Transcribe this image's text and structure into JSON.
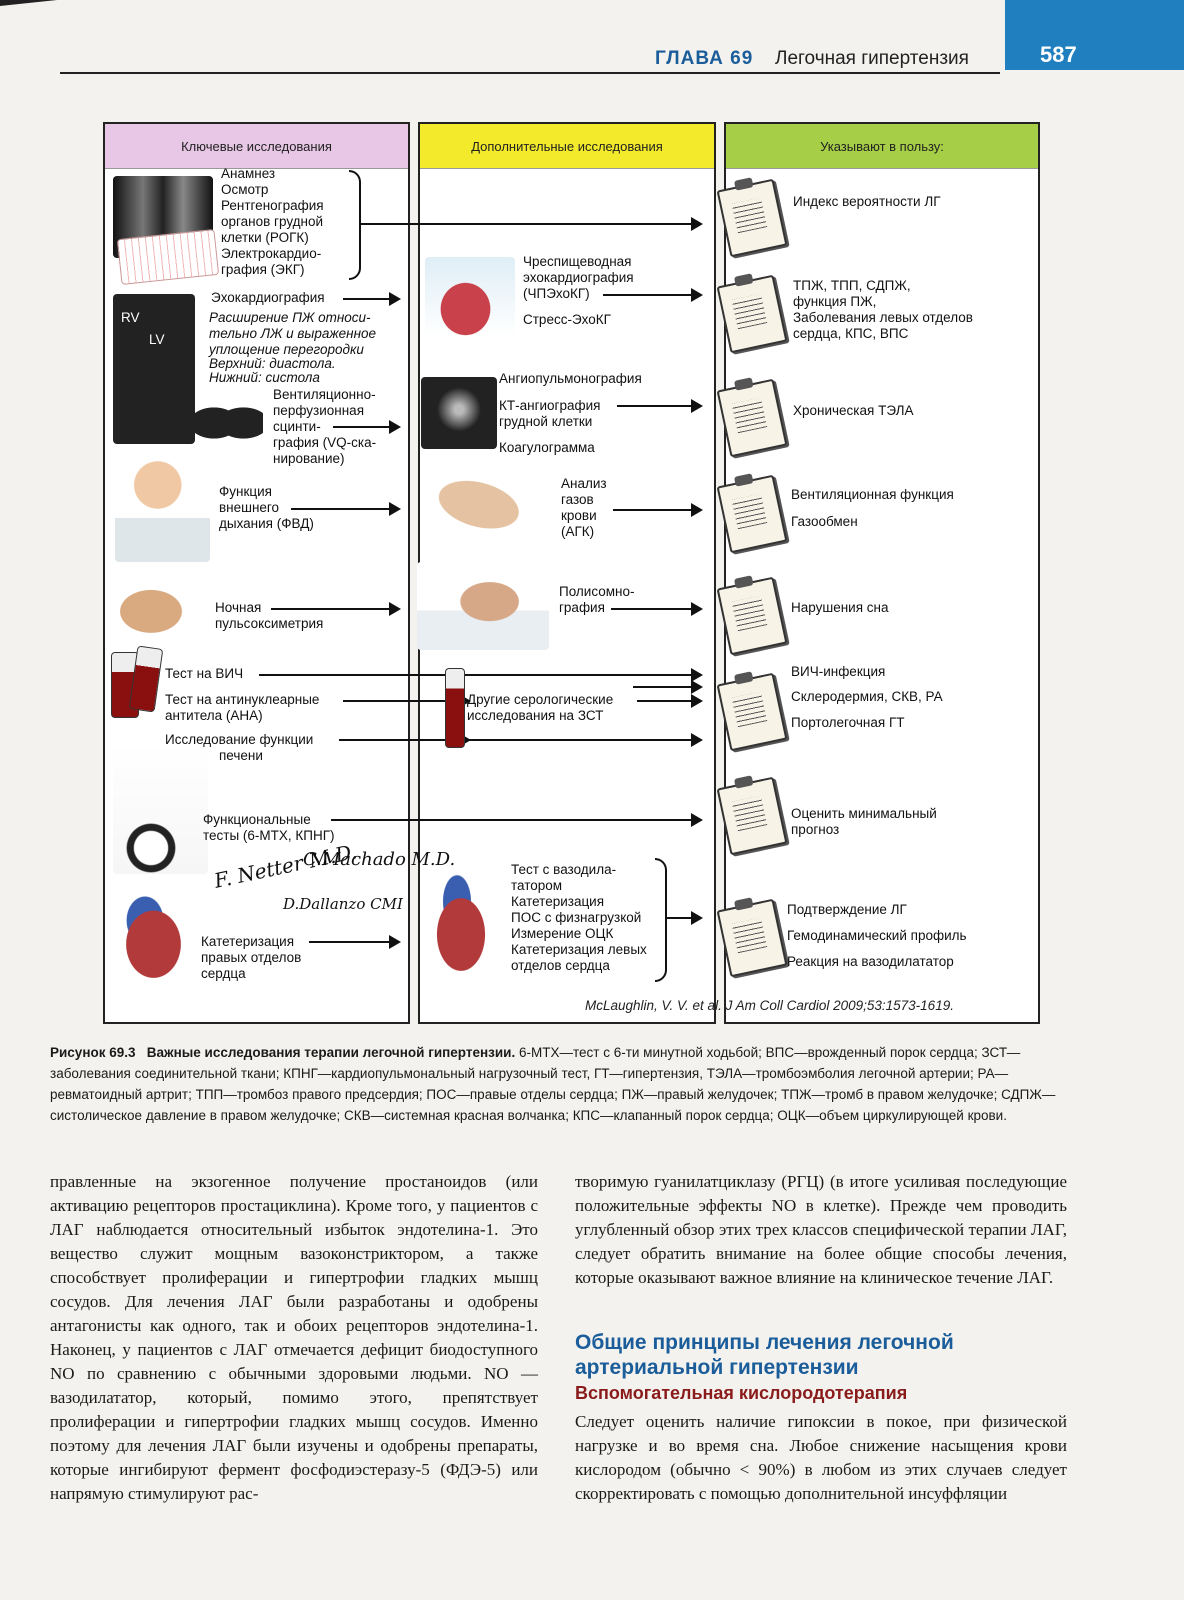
{
  "header": {
    "chapter": "ГЛАВА 69",
    "title": "Легочная гипертензия",
    "page": "587"
  },
  "columns": {
    "key": "Ключевые исследования",
    "extra": "Дополнительные исследования",
    "favor": "Указывают в пользу:"
  },
  "key": {
    "group1": [
      "Анамнез",
      "Осмотр",
      "Рентгенография",
      "органов грудной",
      "клетки (РОГК)",
      "Электрокардио-",
      "графия (ЭКГ)"
    ],
    "echo": "Эхокардиография",
    "echo_note": [
      "Расширение ПЖ относи-",
      "тельно ЛЖ и выраженное",
      "уплощение перегородки",
      "Верхний: диастола.",
      "Нижний: систола"
    ],
    "echo_rv": "RV",
    "echo_lv": "LV",
    "vq": [
      "Вентиляционно-",
      "перфузионная",
      "сцинти-",
      "графия (VQ-ска-",
      "нирование)"
    ],
    "fvd": [
      "Функция",
      "внешнего",
      "дыхания (ФВД)"
    ],
    "oxi": [
      "Ночная",
      "пульсоксиметрия"
    ],
    "hiv": "Тест на ВИЧ",
    "ana": [
      "Тест на антинуклеарные",
      "антитела (АНА)"
    ],
    "liver": [
      "Исследование функции",
      "печени"
    ],
    "func": [
      "Функциональные",
      "тесты (6-МТХ, КПНГ)"
    ],
    "cath": [
      "Катетеризация",
      "правых отделов",
      "сердца"
    ],
    "signatures": [
      "F. Netter M.D.",
      "C.Machado M.D.",
      "D.Dallanzo CMI"
    ]
  },
  "extra": {
    "tee": [
      "Чреспищеводная",
      "эхокардиография",
      "(ЧПЭхоКГ)"
    ],
    "stress": "Стресс-ЭхоКГ",
    "angio1": "Ангиопульмонография",
    "angio2": [
      "КТ-ангиография",
      "грудной клетки"
    ],
    "coag": "Коагулограмма",
    "agk": [
      "Анализ",
      "газов",
      "крови",
      "(АГК)"
    ],
    "psg": [
      "Полисомно-",
      "графия"
    ],
    "sero": [
      "Другие серологические",
      "исследования на ЗСТ"
    ],
    "vaso": [
      "Тест с вазодила-",
      "татором",
      "Катетеризация",
      "ПОС с физнагрузкой",
      "Измерение ОЦК",
      "Катетеризация левых",
      "отделов сердца"
    ]
  },
  "favor": {
    "f1": "Индекс вероятности ЛГ",
    "f2": [
      "ТПЖ, ТПП, СДПЖ,",
      "функция ПЖ,",
      "Заболевания левых отделов",
      "сердца, КПС, ВПС"
    ],
    "f3": "Хроническая ТЭЛА",
    "f4a": "Вентиляционная функция",
    "f4b": "Газообмен",
    "f5": "Нарушения сна",
    "f6a": "ВИЧ-инфекция",
    "f6b": "Склеродермия, СКВ, РА",
    "f6c": "Портолегочная ГТ",
    "f7": [
      "Оценить минимальный",
      "прогноз"
    ],
    "f8a": "Подтверждение ЛГ",
    "f8b": "Гемодинамический профиль",
    "f8c": "Реакция на вазодилататор"
  },
  "source": "McLaughlin, V. V. et al. J Am Coll Cardiol 2009;53:1573-1619.",
  "caption": {
    "label": "Рисунок 69.3",
    "title": "Важные исследования терапии легочной гипертензии.",
    "text": "6-МТХ—тест с 6-ти минутной ходьбой; ВПС—врожденный порок сердца; ЗСТ—заболевания соединительной ткани; КПНГ—кардиопульмональный нагрузочный тест, ГТ—гипертензия, ТЭЛА—тромбоэмболия легочной артерии; РА—ревматоидный артрит; ТПП—тромбоз правого предсердия; ПОС—правые отделы сердца; ПЖ—правый желудочек; ТПЖ—тромб в правом желудочке; СДПЖ—систолическое давление в правом желудочке; СКВ—системная красная волчанка; КПС—клапанный порок сердца; ОЦК—объем циркулирующей крови."
  },
  "body_left": "правленные на экзогенное получение простаноидов (или активацию рецепторов простациклина). Кроме того, у пациентов с ЛАГ наблюдается относительный избыток эндотелина-1. Это вещество служит мощным вазоконстриктором, а также способствует пролиферации и гипертрофии гладких мышц сосудов. Для лечения ЛАГ были разработаны и одобрены антагонисты как одного, так и обоих рецепторов эндотелина-1. Наконец, у пациентов с ЛАГ отмечается дефицит биодоступного NO по сравнению с обычными здоровыми людьми. NO — вазодилататор, который, помимо этого, препятствует пролиферации и гипертрофии гладких мышц сосудов. Именно поэтому для лечения ЛАГ были изучены и одобрены препараты, которые ингибируют фермент фосфодиэстеразу-5 (ФДЭ-5) или напрямую стимулируют рас-",
  "body_right1": "творимую гуанилатциклазу (РГЦ) (в итоге усиливая последующие положительные эффекты NO в клетке). Прежде чем проводить углубленный обзор этих трех классов специфической терапии ЛАГ, следует обратить внимание на более общие способы лечения, которые оказывают важное влияние на клиническое течение ЛАГ.",
  "heading_main": "Общие принципы лечения легочной артериальной гипертензии",
  "heading_sub": "Вспомогательная кислородотерапия",
  "body_right2": "Следует оценить наличие гипоксии в покое, при физической нагрузке и во время сна. Любое снижение насыщения крови кислородом (обычно < 90%) в любом из этих случаев следует скорректировать с помощью дополнительной инсуффляции"
}
